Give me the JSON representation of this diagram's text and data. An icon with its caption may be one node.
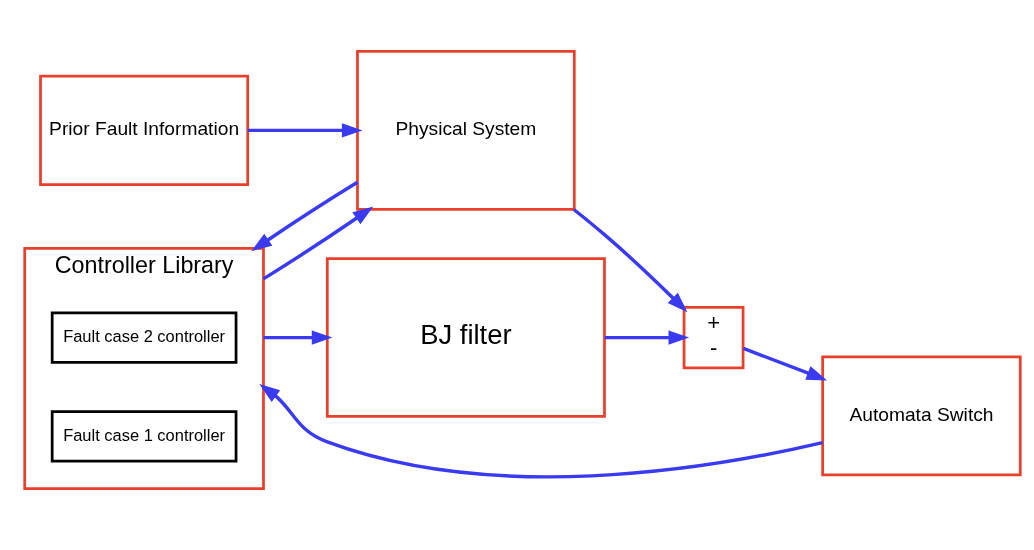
{
  "diagram": {
    "nodes": [
      {
        "text": [
          "Controller Library"
        ]
      },
      {
        "text": [
          "Fault case 2 controller"
        ],
        "in": 0
      },
      {
        "text": [
          "Fault case 1 controller"
        ],
        "in": 0
      },
      {
        "text": [
          "Prior Fault Information"
        ]
      },
      {
        "text": [
          "Physical System"
        ]
      },
      {
        "text": [
          "+",
          "-"
        ]
      },
      {
        "text": [
          "Automata Switch"
        ]
      },
      {
        "text": [
          "BJ filter"
        ]
      }
    ],
    "edges": [
      {
        "from": 0,
        "to": 4,
        "arrow": "to"
      },
      {
        "from": 0,
        "to": 7,
        "arrow": "to"
      },
      {
        "from": 3,
        "to": 4,
        "arrow": "to"
      },
      {
        "from": 4,
        "to": 5,
        "arrow": "to"
      },
      {
        "from": 4,
        "to": 0,
        "arrow": "to"
      },
      {
        "from": 7,
        "to": 5,
        "arrow": "to"
      },
      {
        "from": 5,
        "to": 6,
        "arrow": "to"
      },
      {
        "from": 6,
        "to": 0,
        "arrow": "to"
      }
    ]
  }
}
